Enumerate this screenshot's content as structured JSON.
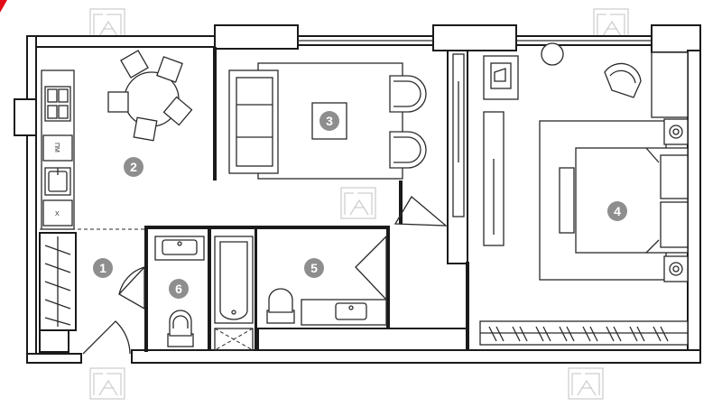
{
  "rooms": [
    {
      "number": "1"
    },
    {
      "number": "2"
    },
    {
      "number": "3"
    },
    {
      "number": "4"
    },
    {
      "number": "5"
    },
    {
      "number": "6"
    }
  ],
  "kitchen_tags": {
    "dishwasher": "ПМ",
    "fridge": "Х"
  },
  "colors": {
    "wall": "#1a1a1a",
    "badge": "#8e8e8e",
    "watermark": "#cfcfcf",
    "accent": "#e30b17"
  },
  "icons": [
    "watermark-logo",
    "stove-icon",
    "sink-icon",
    "toilet-icon",
    "bathtub-icon",
    "armchair-icon",
    "bed-icon",
    "sofa-icon",
    "table-icon",
    "radiator-icon"
  ]
}
